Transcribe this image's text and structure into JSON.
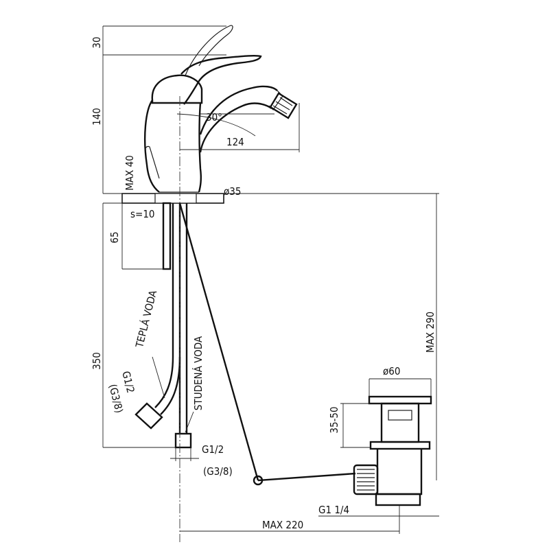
{
  "dimensions": {
    "handle_lift": "30",
    "body_height": "140",
    "handle_angle": "30°",
    "spout_reach": "124",
    "max_deck": "MAX 40",
    "mount_diameter": "ø35",
    "shank_wall": "s=10",
    "shank_length": "65",
    "hose_length": "350",
    "max_depth": "MAX 290",
    "waste_diameter": "ø60",
    "waste_height": "35-50",
    "waste_thread": "G1  1/4",
    "max_reach": "MAX 220"
  },
  "labels": {
    "warm_water": "TEPLÁ VODA",
    "cold_water": "STUDENÁ VODA",
    "hose_thread_left": "G1/2",
    "hose_thread_left_alt": "(G3/8)",
    "hose_thread_right": "G1/2",
    "hose_thread_right_alt": "(G3/8)"
  }
}
